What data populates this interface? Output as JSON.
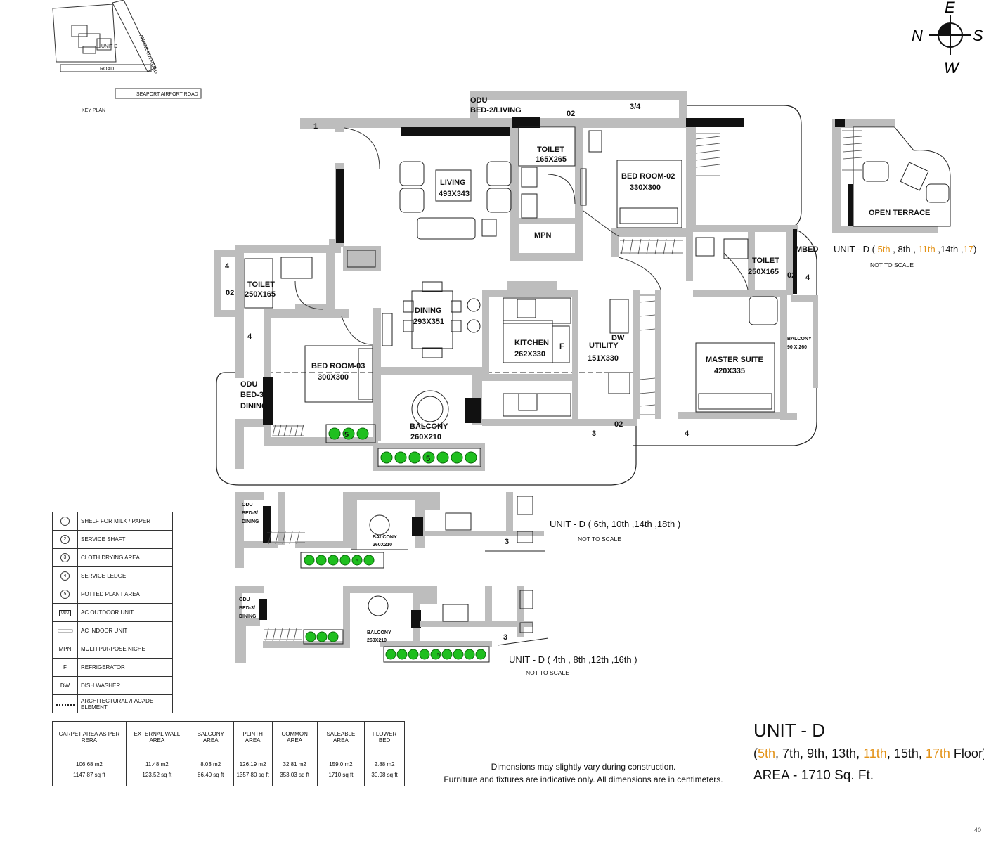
{
  "key_plan": {
    "label": "KEY PLAN",
    "unit_tag": "UNIT D",
    "road_1": "ANNAKATH ROAD",
    "road_2": "ROAD",
    "road_3": "SEAPORT AIRPORT ROAD"
  },
  "compass": {
    "north": "N",
    "east": "E",
    "south": "S",
    "west": "W"
  },
  "rooms": {
    "odu_bed2": "ODU",
    "odu_bed2_sub": "BED-2/LIVING",
    "living": "LIVING",
    "living_dim": "493X343",
    "toilet_top": "TOILET",
    "toilet_top_dim": "165X265",
    "bed2": "BED ROOM-02",
    "bed2_dim": "330X300",
    "mpn": "MPN",
    "toilet_left": "TOILET",
    "toilet_left_dim": "250X165",
    "dining": "DINING",
    "dining_dim": "293X351",
    "kitchen": "KITCHEN",
    "kitchen_dim": "262X330",
    "fridge": "F",
    "utility": "UTILITY",
    "utility_dim": "151X330",
    "dw": "DW",
    "bed3": "BED ROOM-03",
    "bed3_dim": "300X300",
    "balcony_main": "BALCONY",
    "balcony_main_dim": "260X210",
    "odu_bed3": "ODU",
    "odu_bed3_sub1": "BED-3/",
    "odu_bed3_sub2": "DINING",
    "master": "MASTER SUITE",
    "master_dim": "420X335",
    "toilet_right": "TOILET",
    "toilet_right_dim": "250X165",
    "balcony_side": "BALCONY",
    "balcony_side_dim": "90 X 260",
    "mbed": "MBED",
    "open_terrace": "OPEN TERRACE"
  },
  "markers": {
    "m1": "1",
    "m34": "3/4",
    "m02a": "02",
    "m02b": "02",
    "m02c": "02",
    "m02d": "02",
    "m4a": "4",
    "m4b": "4",
    "m4c": "4",
    "m4d": "4",
    "m3": "3",
    "m5a": "5",
    "m5b": "5",
    "m3b": "3",
    "m5c": "5",
    "m3c": "3",
    "m5d": "5"
  },
  "variants": {
    "v1_rooms": {
      "odu": "ODU",
      "sub1": "BED-3/",
      "sub2": "DINING",
      "balcony": "BALCONY",
      "dim": "260X210"
    },
    "v2_rooms": {
      "odu": "ODU",
      "sub1": "BED-3/",
      "sub2": "DINING",
      "balcony": "BALCONY",
      "dim": "260X210"
    }
  },
  "captions": {
    "terrace_unit": "UNIT - D ( ",
    "terrace_f1": "5th",
    "terrace_sep1": " , 8th , ",
    "terrace_f2": "11th",
    "terrace_sep2": " ,14th ,",
    "terrace_f3": "17",
    "terrace_close": ")",
    "terrace_nts": "NOT TO SCALE",
    "v1_caption": "UNIT - D ( 6th, 10th ,14th ,18th )",
    "v1_nts": "NOT TO SCALE",
    "v2_caption": "UNIT - D ( 4th , 8th ,12th ,16th )",
    "v2_nts": "NOT TO SCALE"
  },
  "legend": [
    {
      "symbol": "1",
      "text": "SHELF FOR MILK / PAPER"
    },
    {
      "symbol": "2",
      "text": "SERVICE SHAFT"
    },
    {
      "symbol": "3",
      "text": "CLOTH DRYING AREA"
    },
    {
      "symbol": "4",
      "text": "SERVICE LEDGE"
    },
    {
      "symbol": "5",
      "text": "POTTED PLANT AREA"
    },
    {
      "symbol": "ODU",
      "text": "AC OUTDOOR UNIT"
    },
    {
      "symbol": "",
      "text": "AC INDOOR UNIT"
    },
    {
      "symbol": "MPN",
      "text": "MULTI PURPOSE NICHE"
    },
    {
      "symbol": "F",
      "text": "REFRIGERATOR"
    },
    {
      "symbol": "DW",
      "text": "DISH WASHER"
    },
    {
      "symbol": "",
      "text": "ARCHITECTURAL /FACADE ELEMENT"
    }
  ],
  "areas": {
    "headers": [
      "CARPET AREA AS PER RERA",
      "EXTERNAL WALL AREA",
      "BALCONY AREA",
      "PLINTH AREA",
      "COMMON AREA",
      "SALEABLE  AREA",
      "FLOWER BED"
    ],
    "m2": [
      "106.68 m2",
      "11.48 m2",
      "8.03 m2",
      "126.19 m2",
      "32.81 m2",
      "159.0 m2",
      "2.88 m2"
    ],
    "sqft": [
      "1147.87 sq ft",
      "123.52 sq ft",
      "86.40 sq ft",
      "1357.80 sq ft",
      "353.03 sq ft",
      "1710 sq ft",
      "30.98 sq ft"
    ]
  },
  "notes": {
    "line1": "Dimensions may slightly vary during construction.",
    "line2": "Furniture and fixtures are indicative only. All dimensions are in centimeters."
  },
  "unit": {
    "title": "UNIT - D",
    "floors_open": "(",
    "f5": "5th",
    "f7": ", 7th, 9th, 13th, ",
    "f11": "11th",
    "f15": ", 15th, ",
    "f17": "17th",
    "floors_close": " Floor)",
    "area": "AREA - 1710 Sq. Ft."
  },
  "page_number": "40"
}
